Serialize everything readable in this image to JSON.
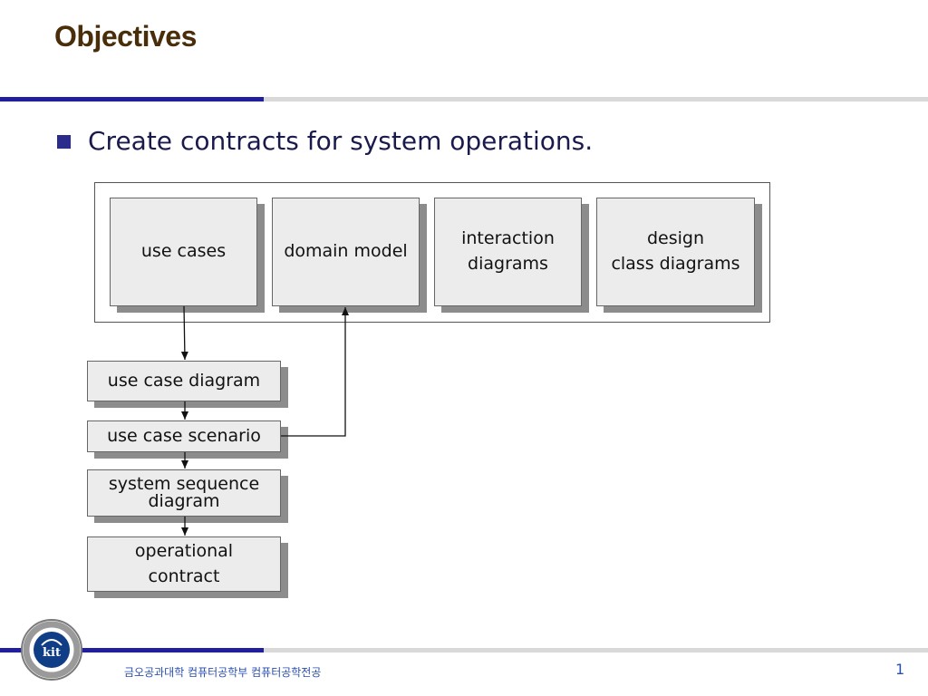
{
  "slide": {
    "title": "Objectives",
    "bullet": "Create contracts for system operations.",
    "page_number": "1"
  },
  "diagram": {
    "top_boxes": [
      "use cases",
      "domain model",
      "interaction\ndiagrams",
      "design\nclass diagrams"
    ],
    "chain_boxes": [
      "use case diagram",
      "use case scenario",
      "system sequence\ndiagram",
      "operational\ncontract"
    ]
  },
  "footer": {
    "institution": "금오공과대학 컴퓨터공학부 컴퓨터공학전공",
    "logo_text": "kit"
  },
  "colors": {
    "title": "#4a2e0a",
    "rule_blue": "#1f1fa0",
    "rule_gray": "#d9d9d9",
    "box_fill": "#ececec",
    "box_shadow": "#8c8c8c",
    "footer_text": "#2a4fb0"
  }
}
